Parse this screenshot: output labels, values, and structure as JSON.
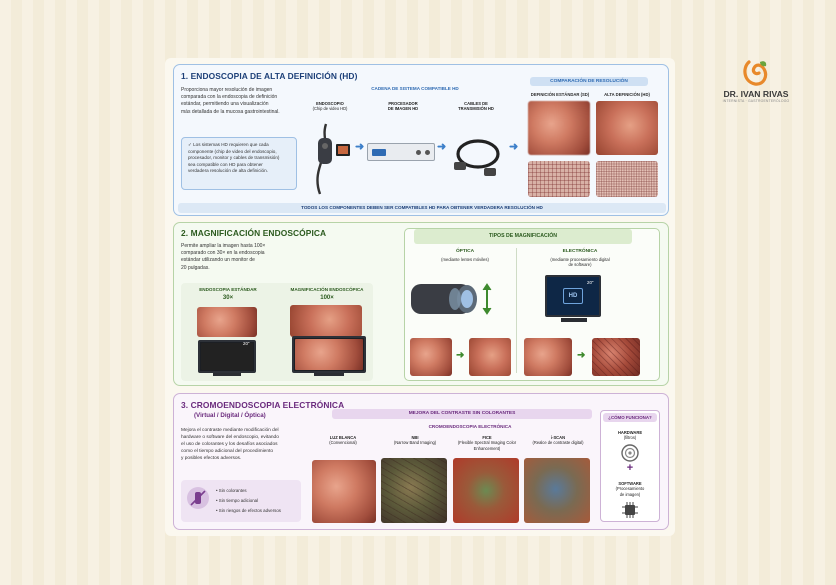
{
  "brand": {
    "name": "DR. IVAN RIVAS",
    "tagline": "INTERNISTA · GASTROENTERÓLOGO",
    "colors": {
      "orange": "#e8892a",
      "green": "#6aa33b"
    }
  },
  "s1": {
    "title": "1. ENDOSCOPIA DE ALTA DEFINICIÓN (HD)",
    "intro": [
      "Proporciona mayor resolución de imagen",
      "comparada con la endoscopia de definición",
      "estándar, permitiendo una visualización",
      "más detallada de la mucosa gastrointestinal."
    ],
    "note": [
      "✓ Los sistemas HD requieren que cada",
      "componente (chip de video del endoscopio,",
      "procesador, monitor y cables de transmisión)",
      "sea compatible con HD para obtener",
      "verdadera resolución de alta definición."
    ],
    "chain_title": "CADENA DE SISTEMA COMPATIBLE HD",
    "c1": {
      "title": "ENDOSCOPIO",
      "sub": "(Chip de video HD)"
    },
    "c2": {
      "title": "PROCESADOR",
      "sub": "DE IMAGEN HD"
    },
    "c3": {
      "title": "CABLES DE",
      "sub": "TRANSMISIÓN HD"
    },
    "compare_title": "COMPARACIÓN DE RESOLUCIÓN",
    "sd": "DEFINICIÓN ESTÁNDAR (SD)",
    "hd": "ALTA DEFINICIÓN (HD)",
    "footer": "TODOS LOS COMPONENTES DEBEN SER COMPATIBLES HD PARA OBTENER VERDADERA RESOLUCIÓN HD"
  },
  "s2": {
    "title": "2. MAGNIFICACIÓN ENDOSCÓPICA",
    "intro": [
      "Permite ampliar la imagen hasta 100×",
      "comparado con 30× en la endoscopia",
      "estándar utilizando un monitor de",
      "20 pulgadas."
    ],
    "std_label": "ENDOSCOPIA ESTÁNDAR",
    "std_val": "30×",
    "mag_label": "MAGNIFICACIÓN ENDOSCÓPICA",
    "mag_val": "100×",
    "inch": "20\"",
    "types_title": "TIPOS DE MAGNIFICACIÓN",
    "optical": "ÓPTICA",
    "optical_sub": "(mediante lentes móviles)",
    "electronic": "ELECTRÓNICA",
    "electronic_sub1": "(mediante procesamiento digital",
    "electronic_sub2": "de software)",
    "hd_badge": "HD"
  },
  "s3": {
    "title": "3. CROMOENDOSCOPIA ELECTRÓNICA",
    "subtitle": "(Virtual / Digital / Óptica)",
    "intro": [
      "Mejora el contraste mediante modificación del",
      "hardware o software del endoscopio, evitando",
      "el uso de colorantes y los desafíos asociados",
      "como el tiempo adicional del procedimiento",
      "y posibles efectos adversos."
    ],
    "benefits": [
      "Sin colorantes",
      "Sin tiempo adicional",
      "Sin riesgos de efectos adversos"
    ],
    "banner": "MEJORA DEL CONTRASTE SIN COLORANTES",
    "sub_banner": "CROMOENDOSCOPIA ELECTRÓNICA",
    "modes": [
      {
        "name": "LUZ BLANCA",
        "desc": "(Convencional)"
      },
      {
        "name": "NBI",
        "desc": "(Narrow Band Imaging)"
      },
      {
        "name": "FICE",
        "desc": "(Flexible Spectral Imaging Color Enhancement)"
      },
      {
        "name": "i-SCAN",
        "desc": "(Realce de contraste digital)"
      }
    ],
    "how": "¿CÓMO FUNCIONA?",
    "hardware": "HARDWARE",
    "hardware_sub": "(filtros)",
    "plus": "+",
    "software": "SOFTWARE",
    "software_sub1": "(Procesamiento",
    "software_sub2": "de imagen)"
  }
}
